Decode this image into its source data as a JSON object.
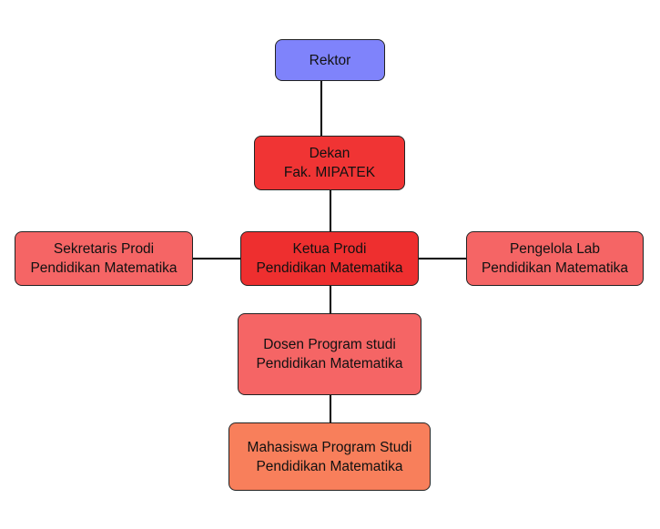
{
  "nodes": {
    "rektor": {
      "lines": [
        "Rektor"
      ],
      "fill": "#7f83fb"
    },
    "dekan": {
      "lines": [
        "Dekan",
        "Fak. MIPATEK"
      ],
      "fill": "#f03434"
    },
    "ketua_prodi": {
      "lines": [
        "Ketua Prodi",
        "Pendidikan Matematika"
      ],
      "fill": "#ee2f2f"
    },
    "sekretaris_prodi": {
      "lines": [
        "Sekretaris Prodi",
        "Pendidikan Matematika"
      ],
      "fill": "#f56565"
    },
    "pengelola_lab": {
      "lines": [
        "Pengelola Lab",
        "Pendidikan Matematika"
      ],
      "fill": "#f56565"
    },
    "dosen": {
      "lines": [
        "Dosen Program studi",
        "Pendidikan Matematika"
      ],
      "fill": "#f56565"
    },
    "mahasiswa": {
      "lines": [
        "Mahasiswa Program Studi",
        "Pendidikan Matematika"
      ],
      "fill": "#f87f5b"
    }
  },
  "edges": [
    [
      "rektor",
      "dekan"
    ],
    [
      "dekan",
      "ketua_prodi"
    ],
    [
      "ketua_prodi",
      "sekretaris_prodi"
    ],
    [
      "ketua_prodi",
      "pengelola_lab"
    ],
    [
      "ketua_prodi",
      "dosen"
    ],
    [
      "dosen",
      "mahasiswa"
    ]
  ]
}
